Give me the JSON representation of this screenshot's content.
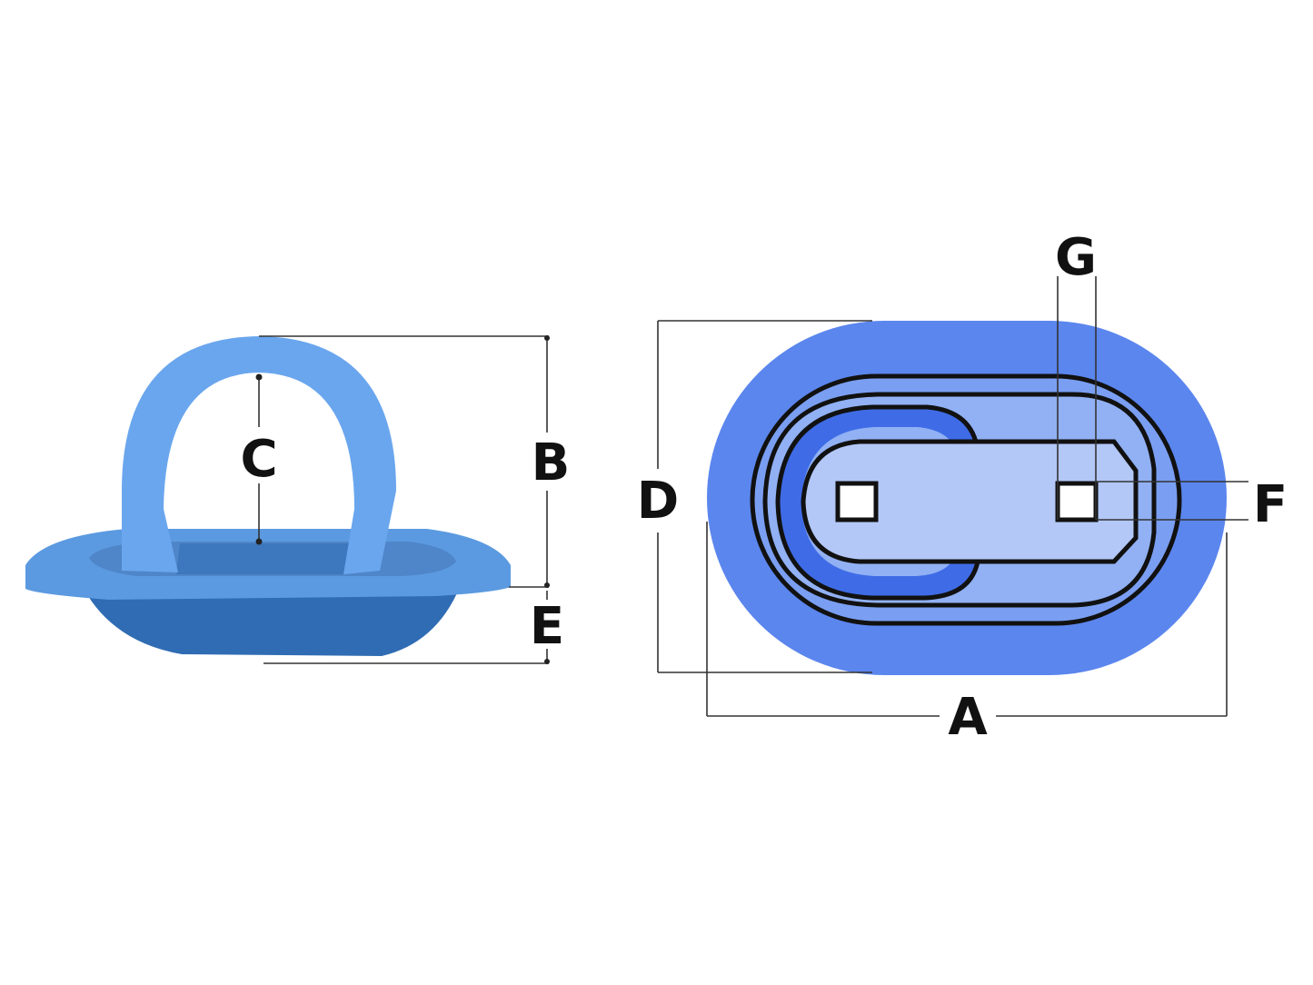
{
  "labels": {
    "a": "A",
    "b": "B",
    "c": "C",
    "d": "D",
    "e": "E",
    "f": "F",
    "g": "G"
  },
  "colors": {
    "ring_light": "#6aa6ee",
    "flange_top": "#5b9ae0",
    "cup_body": "#2f6cb3",
    "cup_inner": "#4f86c9",
    "plate_outer": "#5b86ee",
    "plate_mid": "#7a9ff2",
    "plate_recess": "#91b1f4",
    "ring_deep": "#3f6ce6",
    "bar": "#b3c8f7"
  }
}
